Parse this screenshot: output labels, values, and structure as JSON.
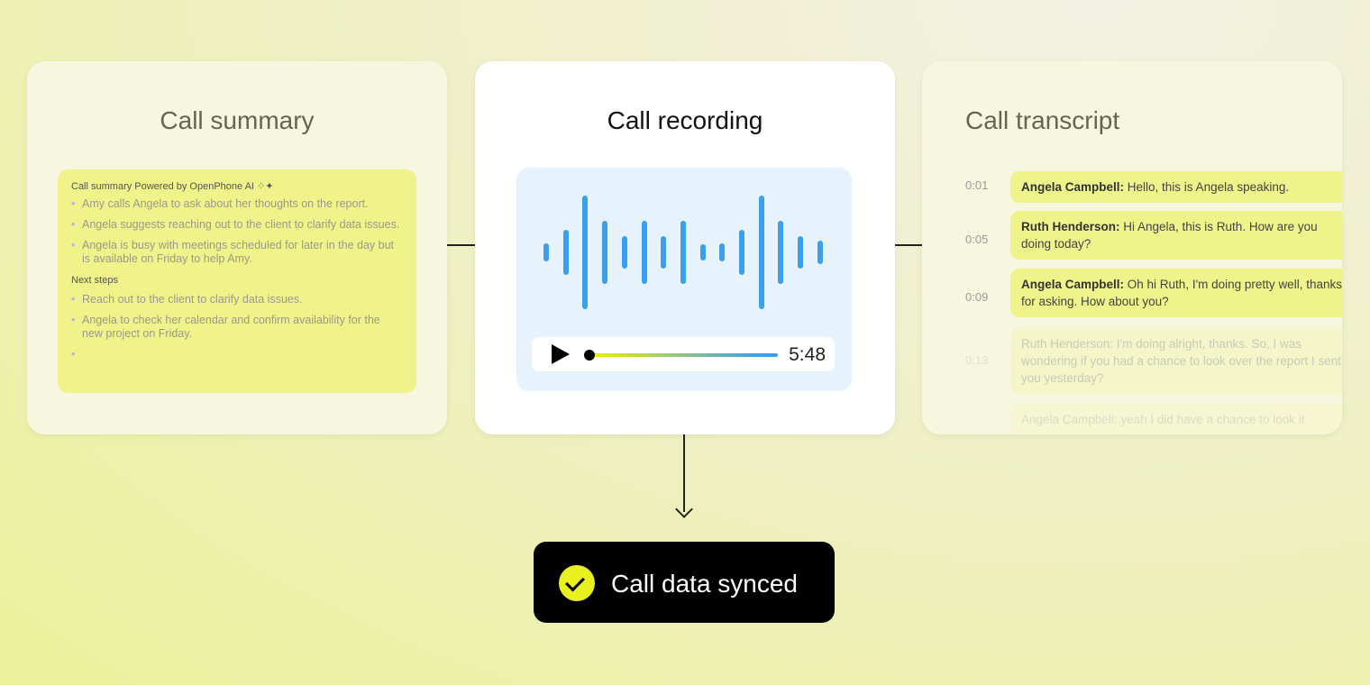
{
  "summary_card": {
    "title": "Call summary",
    "header": "Call summary  Powered by OpenPhone AI ⁘✦",
    "items": [
      "Amy calls Angela to ask about her thoughts on the report.",
      "Angela suggests reaching out to the client to clarify data issues.",
      "Angela is busy with meetings scheduled for later in the day but is available on Friday to help Amy."
    ],
    "next_steps_label": "Next steps",
    "next_steps": [
      "Reach out to the client to clarify data issues.",
      "Angela to check her calendar and confirm availability for the new project on Friday.",
      ""
    ]
  },
  "recording_card": {
    "title": "Call recording",
    "duration": "5:48",
    "progress": 0.0,
    "waveform_levels": [
      0.16,
      0.4,
      1,
      0.56,
      0.28,
      0.56,
      0.28,
      0.56,
      0.14,
      0.16,
      0.4,
      1,
      0.56,
      0.28,
      0.21
    ],
    "accent": "#3aa0ee"
  },
  "transcript_card": {
    "title": "Call transcript",
    "lines": [
      {
        "time": "0:01",
        "speaker": "Angela Campbell:",
        "text": " Hello, this is Angela speaking."
      },
      {
        "time": "0:05",
        "speaker": "Ruth Henderson:",
        "text": " Hi Angela, this is Ruth. How are you doing today?"
      },
      {
        "time": "0:09",
        "speaker": "Angela Campbell:",
        "text": " Oh hi Ruth, I'm doing pretty well, thanks for asking. How about you?"
      },
      {
        "time": "0:13",
        "speaker": "Ruth Henderson:",
        "text": " I'm doing alright, thanks. So, I was wondering if you had a chance to look over the report I sent you yesterday?"
      },
      {
        "time": "",
        "speaker": "Angela Campbell:",
        "text": " yeah I did have a chance to look it"
      }
    ]
  },
  "status": {
    "label": "Call data synced",
    "icon": "check-circle-icon",
    "color": "#e8f020"
  }
}
